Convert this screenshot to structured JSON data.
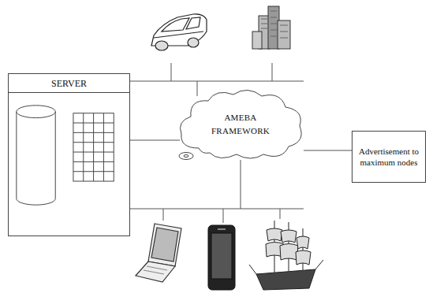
{
  "diagram": {
    "nodes": [
      {
        "text": [
          "SERVER"
        ]
      },
      {
        "text": [
          "AMEBA FRAMEWORK"
        ]
      },
      {
        "text": [
          "Advertisement to maximum nodes"
        ]
      }
    ],
    "edges": [
      {
        "from": 0,
        "to": 1,
        "arrow": "none"
      },
      {
        "from": 1,
        "to": 2,
        "arrow": "none"
      }
    ]
  }
}
